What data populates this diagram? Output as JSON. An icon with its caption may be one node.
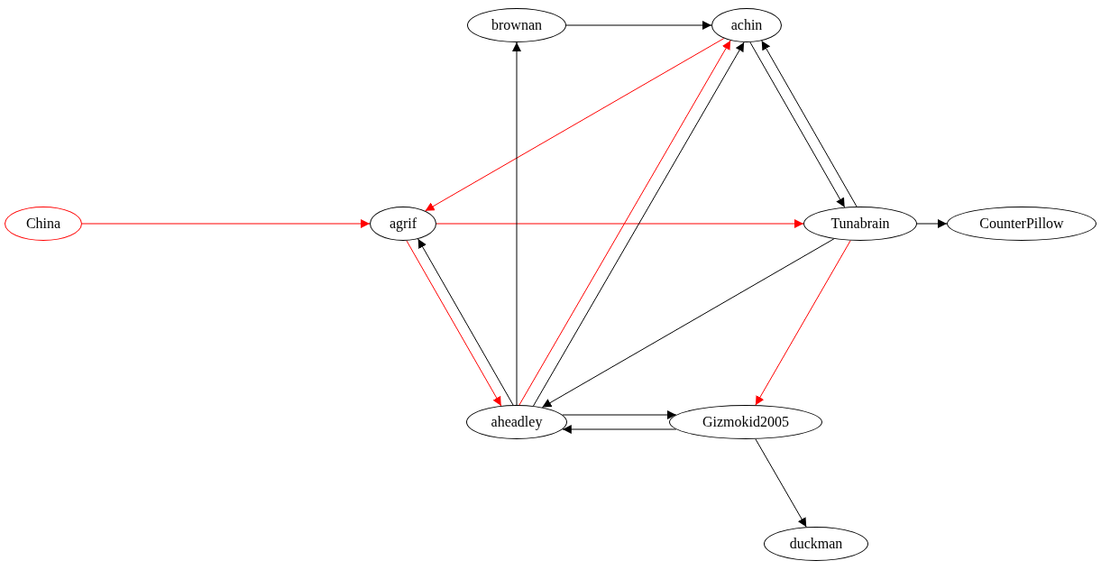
{
  "diagram": {
    "nodes": [
      {
        "text": [
          "brownan"
        ]
      },
      {
        "text": [
          "achin"
        ]
      },
      {
        "text": [
          "China"
        ]
      },
      {
        "text": [
          "agrif"
        ]
      },
      {
        "text": [
          "Tunabrain"
        ]
      },
      {
        "text": [
          "CounterPillow"
        ]
      },
      {
        "text": [
          "aheadley"
        ]
      },
      {
        "text": [
          "Gizmokid2005"
        ]
      },
      {
        "text": [
          "duckman"
        ]
      }
    ],
    "edges": [
      {
        "from": 0,
        "to": 1,
        "arrow": "to"
      },
      {
        "from": 1,
        "to": 3,
        "arrow": "to",
        "color": "#ff0000"
      },
      {
        "from": 2,
        "to": 3,
        "arrow": "to",
        "color": "#ff0000"
      },
      {
        "from": 3,
        "to": 4,
        "arrow": "to",
        "color": "#ff0000"
      },
      {
        "from": 3,
        "to": 6,
        "arrow": "to",
        "color": "#ff0000"
      },
      {
        "from": 6,
        "to": 3,
        "arrow": "to"
      },
      {
        "from": 6,
        "to": 0,
        "arrow": "to"
      },
      {
        "from": 6,
        "to": 1,
        "arrow": "to",
        "color": "#ff0000"
      },
      {
        "from": 6,
        "to": 1,
        "arrow": "to"
      },
      {
        "from": 1,
        "to": 4,
        "arrow": "to"
      },
      {
        "from": 4,
        "to": 1,
        "arrow": "to"
      },
      {
        "from": 4,
        "to": 5,
        "arrow": "to"
      },
      {
        "from": 4,
        "to": 6,
        "arrow": "to"
      },
      {
        "from": 4,
        "to": 7,
        "arrow": "to",
        "color": "#ff0000"
      },
      {
        "from": 6,
        "to": 7,
        "arrow": "to"
      },
      {
        "from": 7,
        "to": 6,
        "arrow": "to"
      },
      {
        "from": 7,
        "to": 8,
        "arrow": "to"
      }
    ]
  }
}
